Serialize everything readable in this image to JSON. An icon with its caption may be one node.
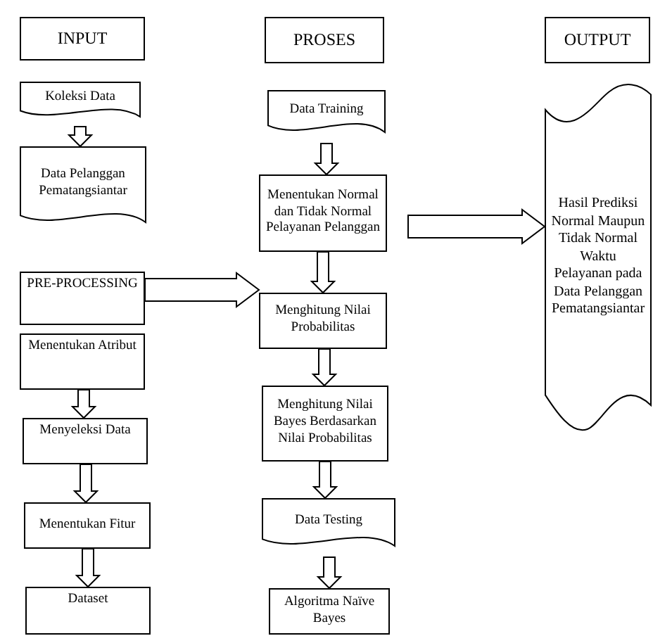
{
  "diagram": {
    "nodes": [
      {
        "text": [
          "INPUT"
        ]
      },
      {
        "text": [
          "Koleksi Data"
        ]
      },
      {
        "text": [
          "Data Pelanggan Pematangsiantar"
        ]
      },
      {
        "text": [
          "PRE-PROCESSING"
        ]
      },
      {
        "text": [
          "Menentukan Atribut"
        ]
      },
      {
        "text": [
          "Menyeleksi Data"
        ]
      },
      {
        "text": [
          "Menentukan Fitur"
        ]
      },
      {
        "text": [
          "Dataset"
        ]
      },
      {
        "text": [
          "PROSES"
        ]
      },
      {
        "text": [
          "Data Training"
        ]
      },
      {
        "text": [
          "Menentukan Normal dan Tidak Normal Pelayanan Pelanggan"
        ]
      },
      {
        "text": [
          "Menghitung Nilai Probabilitas"
        ]
      },
      {
        "text": [
          "Menghitung Nilai Bayes Berdasarkan Nilai Probabilitas"
        ]
      },
      {
        "text": [
          "Data Testing"
        ]
      },
      {
        "text": [
          "Algoritma Naïve Bayes"
        ]
      },
      {
        "text": [
          "OUTPUT"
        ]
      },
      {
        "text": [
          "Hasil Prediksi Normal Maupun Tidak Normal Waktu Pelayanan pada Data Pelanggan Pematangsiantar"
        ]
      }
    ],
    "edges": [
      {
        "from": 1,
        "to": 2,
        "arrow": "to"
      },
      {
        "from": 4,
        "to": 5,
        "arrow": "to"
      },
      {
        "from": 5,
        "to": 6,
        "arrow": "to"
      },
      {
        "from": 6,
        "to": 7,
        "arrow": "to"
      },
      {
        "from": 3,
        "to": 11,
        "arrow": "to"
      },
      {
        "from": 9,
        "to": 10,
        "arrow": "to"
      },
      {
        "from": 10,
        "to": 11,
        "arrow": "to"
      },
      {
        "from": 11,
        "to": 12,
        "arrow": "to"
      },
      {
        "from": 12,
        "to": 13,
        "arrow": "to"
      },
      {
        "from": 13,
        "to": 14,
        "arrow": "to"
      },
      {
        "from": null,
        "to": 16,
        "arrow": "to"
      }
    ]
  }
}
